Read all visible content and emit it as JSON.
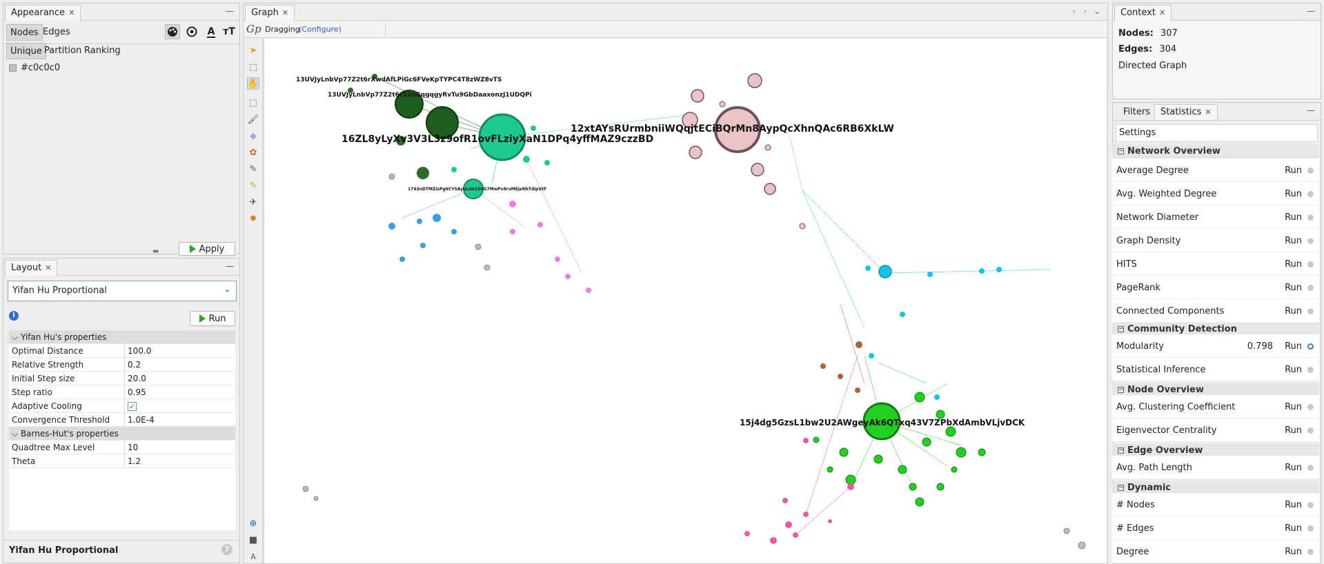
{
  "appearance": {
    "tab_label": "Appearance",
    "target_tabs": [
      "Nodes",
      "Edges"
    ],
    "mode_tabs": [
      "Unique",
      "Partition",
      "Ranking"
    ],
    "color_value": "#c0c0c0",
    "apply_label": "Apply"
  },
  "layout": {
    "tab_label": "Layout",
    "algorithm": "Yifan Hu Proportional",
    "run_label": "Run",
    "section_yifan": "Yifan Hu's properties",
    "props": [
      {
        "key": "Optimal Distance",
        "value": "100.0"
      },
      {
        "key": "Relative Strength",
        "value": "0.2"
      },
      {
        "key": "Initial Step size",
        "value": "20.0"
      },
      {
        "key": "Step ratio",
        "value": "0.95"
      },
      {
        "key": "Adaptive Cooling",
        "value": "checked"
      },
      {
        "key": "Convergence Threshold",
        "value": "1.0E-4"
      }
    ],
    "section_barnes": "Barnes-Hut's properties",
    "props2": [
      {
        "key": "Quadtree Max Level",
        "value": "10"
      },
      {
        "key": "Theta",
        "value": "1.2"
      }
    ],
    "footer_title": "Yifan Hu Proportional"
  },
  "graph": {
    "tab_label": "Graph",
    "mode_label": "Dragging",
    "configure_label": "(Configure)",
    "node_labels": [
      "13UVJyLnbVp77Z2t6rXwdAfLPiGc6FVeKpTYPC4T8zWZ8vTS",
      "13UVJyLnbVp77Z2t6r22nGqgqgyRvTu9GbDaaxonzJ1UDQPi",
      "16ZL8yLyXv3V3L3z9ofR1ovFLziyXaN1DPq4yffMAZ9czzBD",
      "12xtAYsRUrmbniiWQqjtECiBQrMn8AypQcXhnQAc6RB6XkLW",
      "15j4dg5GzsL1bw2U2AWgeyAk6QTxq43V7ZPbXdAmbVLjvDCK",
      "1743nDTMZisPg6CYSAyuLim15VG7MwPv8rvMEjeRhTdipVtF"
    ]
  },
  "context": {
    "tab_label": "Context",
    "nodes_label": "Nodes:",
    "nodes_value": "307",
    "edges_label": "Edges:",
    "edges_value": "304",
    "graph_type": "Directed Graph"
  },
  "statistics": {
    "tabs": [
      "Filters",
      "Statistics"
    ],
    "settings_label": "Settings",
    "run_label": "Run",
    "sections": [
      {
        "title": "Network Overview",
        "items": [
          "Average Degree",
          "Avg. Weighted Degree",
          "Network Diameter",
          "Graph Density",
          "HITS",
          "PageRank",
          "Connected Components"
        ]
      },
      {
        "title": "Community Detection",
        "items": [
          "Modularity",
          "Statistical Inference"
        ]
      },
      {
        "title": "Node Overview",
        "items": [
          "Avg. Clustering Coefficient",
          "Eigenvector Centrality"
        ]
      },
      {
        "title": "Edge Overview",
        "items": [
          "Avg. Path Length"
        ]
      },
      {
        "title": "Dynamic",
        "items": [
          "# Nodes",
          "# Edges",
          "Degree"
        ]
      }
    ],
    "modularity_value": "0.798"
  },
  "colors": {
    "accent": "#3f72c5",
    "dark_green": "#1f5c1f",
    "teal": "#1abc8c",
    "pink_gray": "#e9c3c8",
    "green": "#22d022",
    "cyan": "#12c4e6",
    "blue": "#3a9ee0",
    "magenta": "#e87ee0",
    "pink": "#ea5aa0",
    "brown": "#b0603a"
  }
}
